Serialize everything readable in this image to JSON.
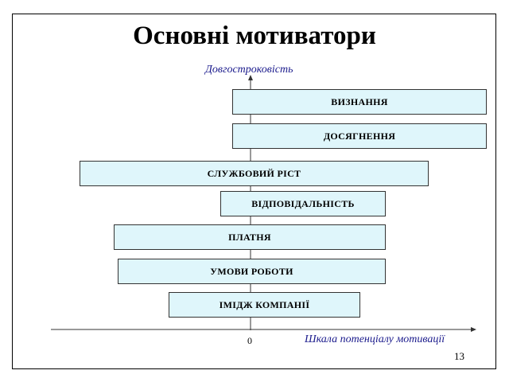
{
  "slide": {
    "title": "Основні мотиватори",
    "y_axis_label": "Довгостроковість",
    "x_axis_label": "Шкала потенціалу мотивації",
    "zero_label": "0",
    "page_number": "13"
  },
  "bars": [
    {
      "label": "ВИЗНАННЯ"
    },
    {
      "label": "ДОСЯГНЕННЯ"
    },
    {
      "label": "СЛУЖБОВИЙ РІСТ"
    },
    {
      "label": "ВІДПОВІДАЛЬНІСТЬ"
    },
    {
      "label": "ПЛАТНЯ"
    },
    {
      "label": "УМОВИ РОБОТИ"
    },
    {
      "label": "ІМІДЖ КОМПАНІЇ"
    }
  ],
  "colors": {
    "bar_fill": "#dff6fb",
    "axis_label": "#1a1a8c"
  }
}
